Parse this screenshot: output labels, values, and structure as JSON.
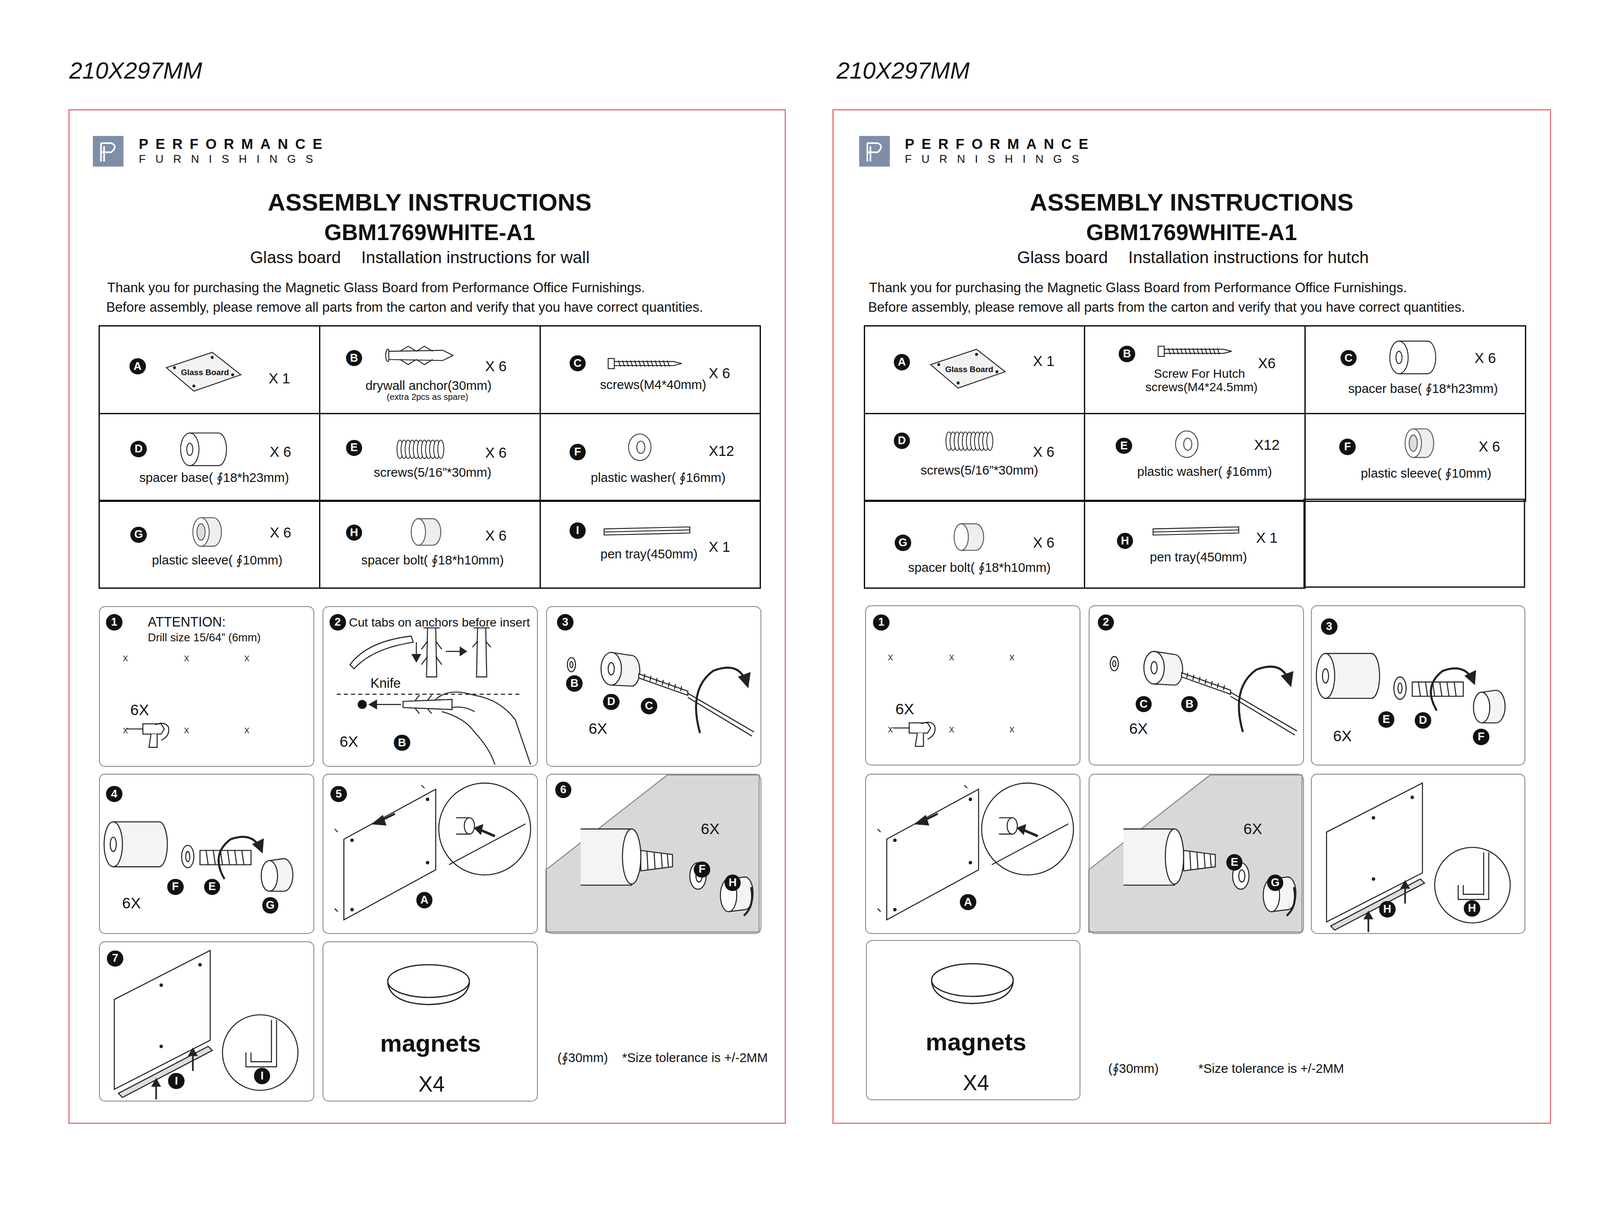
{
  "diagram": {
    "nodes": [
      {
        "text": [
          "PERFORMANCE",
          "FURNISHINGS",
          "ASSEMBLY INSTRUCTIONS",
          "GBM1769WHITE-A1",
          "Glass board",
          "Installation instructions for wall",
          "Thank you for purchasing the Magnetic Glass Board from Performance Office Furnishings.",
          "Before assembly, please remove all parts from the carton and verify that you have correct quantities.",
          "(∮30mm)",
          "*Size tolerance is +/-2MM"
        ]
      },
      {
        "text": [
          "A",
          "Glass Board",
          "X 1"
        ],
        "in": 0
      },
      {
        "text": [
          "B",
          "X 6",
          "drywall anchor(30mm)",
          "(extra 2pcs as spare)"
        ],
        "in": 0
      },
      {
        "text": [
          "C",
          "X 6",
          "screws(M4*40mm)"
        ],
        "in": 0
      },
      {
        "text": [
          "D",
          "X 6",
          "spacer base( ∮18*h23mm)"
        ],
        "in": 0
      },
      {
        "text": [
          "E",
          "X 6",
          "screws(5/16”*30mm)"
        ],
        "in": 0
      },
      {
        "text": [
          "F",
          "X12",
          "plastic washer( ∮16mm)"
        ],
        "in": 0
      },
      {
        "text": [
          "G",
          "X 6",
          "plastic sleeve( ∮10mm)"
        ],
        "in": 0
      },
      {
        "text": [
          "H",
          "X 6",
          "spacer bolt( ∮18*h10mm)"
        ],
        "in": 0
      },
      {
        "text": [
          "I",
          "X 1",
          "pen tray(450mm)"
        ],
        "in": 0
      },
      {
        "text": [
          "1",
          "ATTENTION:",
          "Drill size 15/64” (6mm)",
          "x",
          "x",
          "x",
          "6X",
          "x",
          "x",
          "x"
        ],
        "in": 0
      },
      {
        "text": [
          "2",
          "Cut tabs on anchors before insert",
          "Knife",
          "6X",
          "B"
        ],
        "in": 0
      },
      {
        "text": [
          "3",
          "B",
          "D",
          "C",
          "6X"
        ],
        "in": 0
      },
      {
        "text": [
          "4",
          "6X",
          "F",
          "E",
          "G"
        ],
        "in": 0
      },
      {
        "text": [
          "5",
          "A"
        ],
        "in": 0
      },
      {
        "text": [
          "6",
          "6X",
          "F",
          "H"
        ],
        "in": 0
      },
      {
        "text": [
          "7",
          "I",
          "I"
        ],
        "in": 0
      },
      {
        "text": [
          "magnets",
          "X4"
        ],
        "in": 0
      },
      {
        "text": [
          "PERFORMANCE",
          "FURNISHINGS",
          "ASSEMBLY INSTRUCTIONS",
          "GBM1769WHITE-A1",
          "Glass board",
          "Installation instructions for hutch",
          "Thank you for purchasing the Magnetic Glass Board from Performance Office Furnishings.",
          "Before assembly, please remove all parts from the carton and verify that you have correct quantities.",
          "(∮30mm)",
          "*Size tolerance is +/-2MM"
        ]
      },
      {
        "text": [
          "A",
          "Glass Board",
          "X 1"
        ],
        "in": 18
      },
      {
        "text": [
          "B",
          "X6",
          "Screw For Hutch",
          "screws(M4*24.5mm)"
        ],
        "in": 18
      },
      {
        "text": [
          "C",
          "X 6",
          "spacer base( ∮18*h23mm)"
        ],
        "in": 18
      },
      {
        "text": [
          "D",
          "X 6",
          "screws(5/16”*30mm)"
        ],
        "in": 18
      },
      {
        "text": [
          "E",
          "X12",
          "plastic washer( ∮16mm)"
        ],
        "in": 18
      },
      {
        "text": [
          "F",
          "X 6",
          "plastic sleeve( ∮10mm)"
        ],
        "in": 18
      },
      {
        "text": [
          "G",
          "X 6",
          "spacer bolt( ∮18*h10mm)"
        ],
        "in": 18
      },
      {
        "text": [
          "H",
          "X 1",
          "pen tray(450mm)"
        ],
        "in": 18
      },
      {
        "text": [
          "1",
          "x",
          "x",
          "x",
          "6X",
          "x",
          "x",
          "x"
        ],
        "in": 18
      },
      {
        "text": [
          "2",
          "C",
          "B",
          "6X"
        ],
        "in": 18
      },
      {
        "text": [
          "3",
          "6X",
          "E",
          "D",
          "F"
        ],
        "in": 18
      },
      {
        "text": [
          "A"
        ],
        "in": 18
      },
      {
        "text": [
          "6X",
          "E",
          "G"
        ],
        "in": 18
      },
      {
        "text": [
          "H",
          "H"
        ],
        "in": 18
      },
      {
        "text": [
          "magnets",
          "X4"
        ],
        "in": 18
      }
    ],
    "labels": [
      "210X297MM",
      "210X297MM"
    ]
  }
}
